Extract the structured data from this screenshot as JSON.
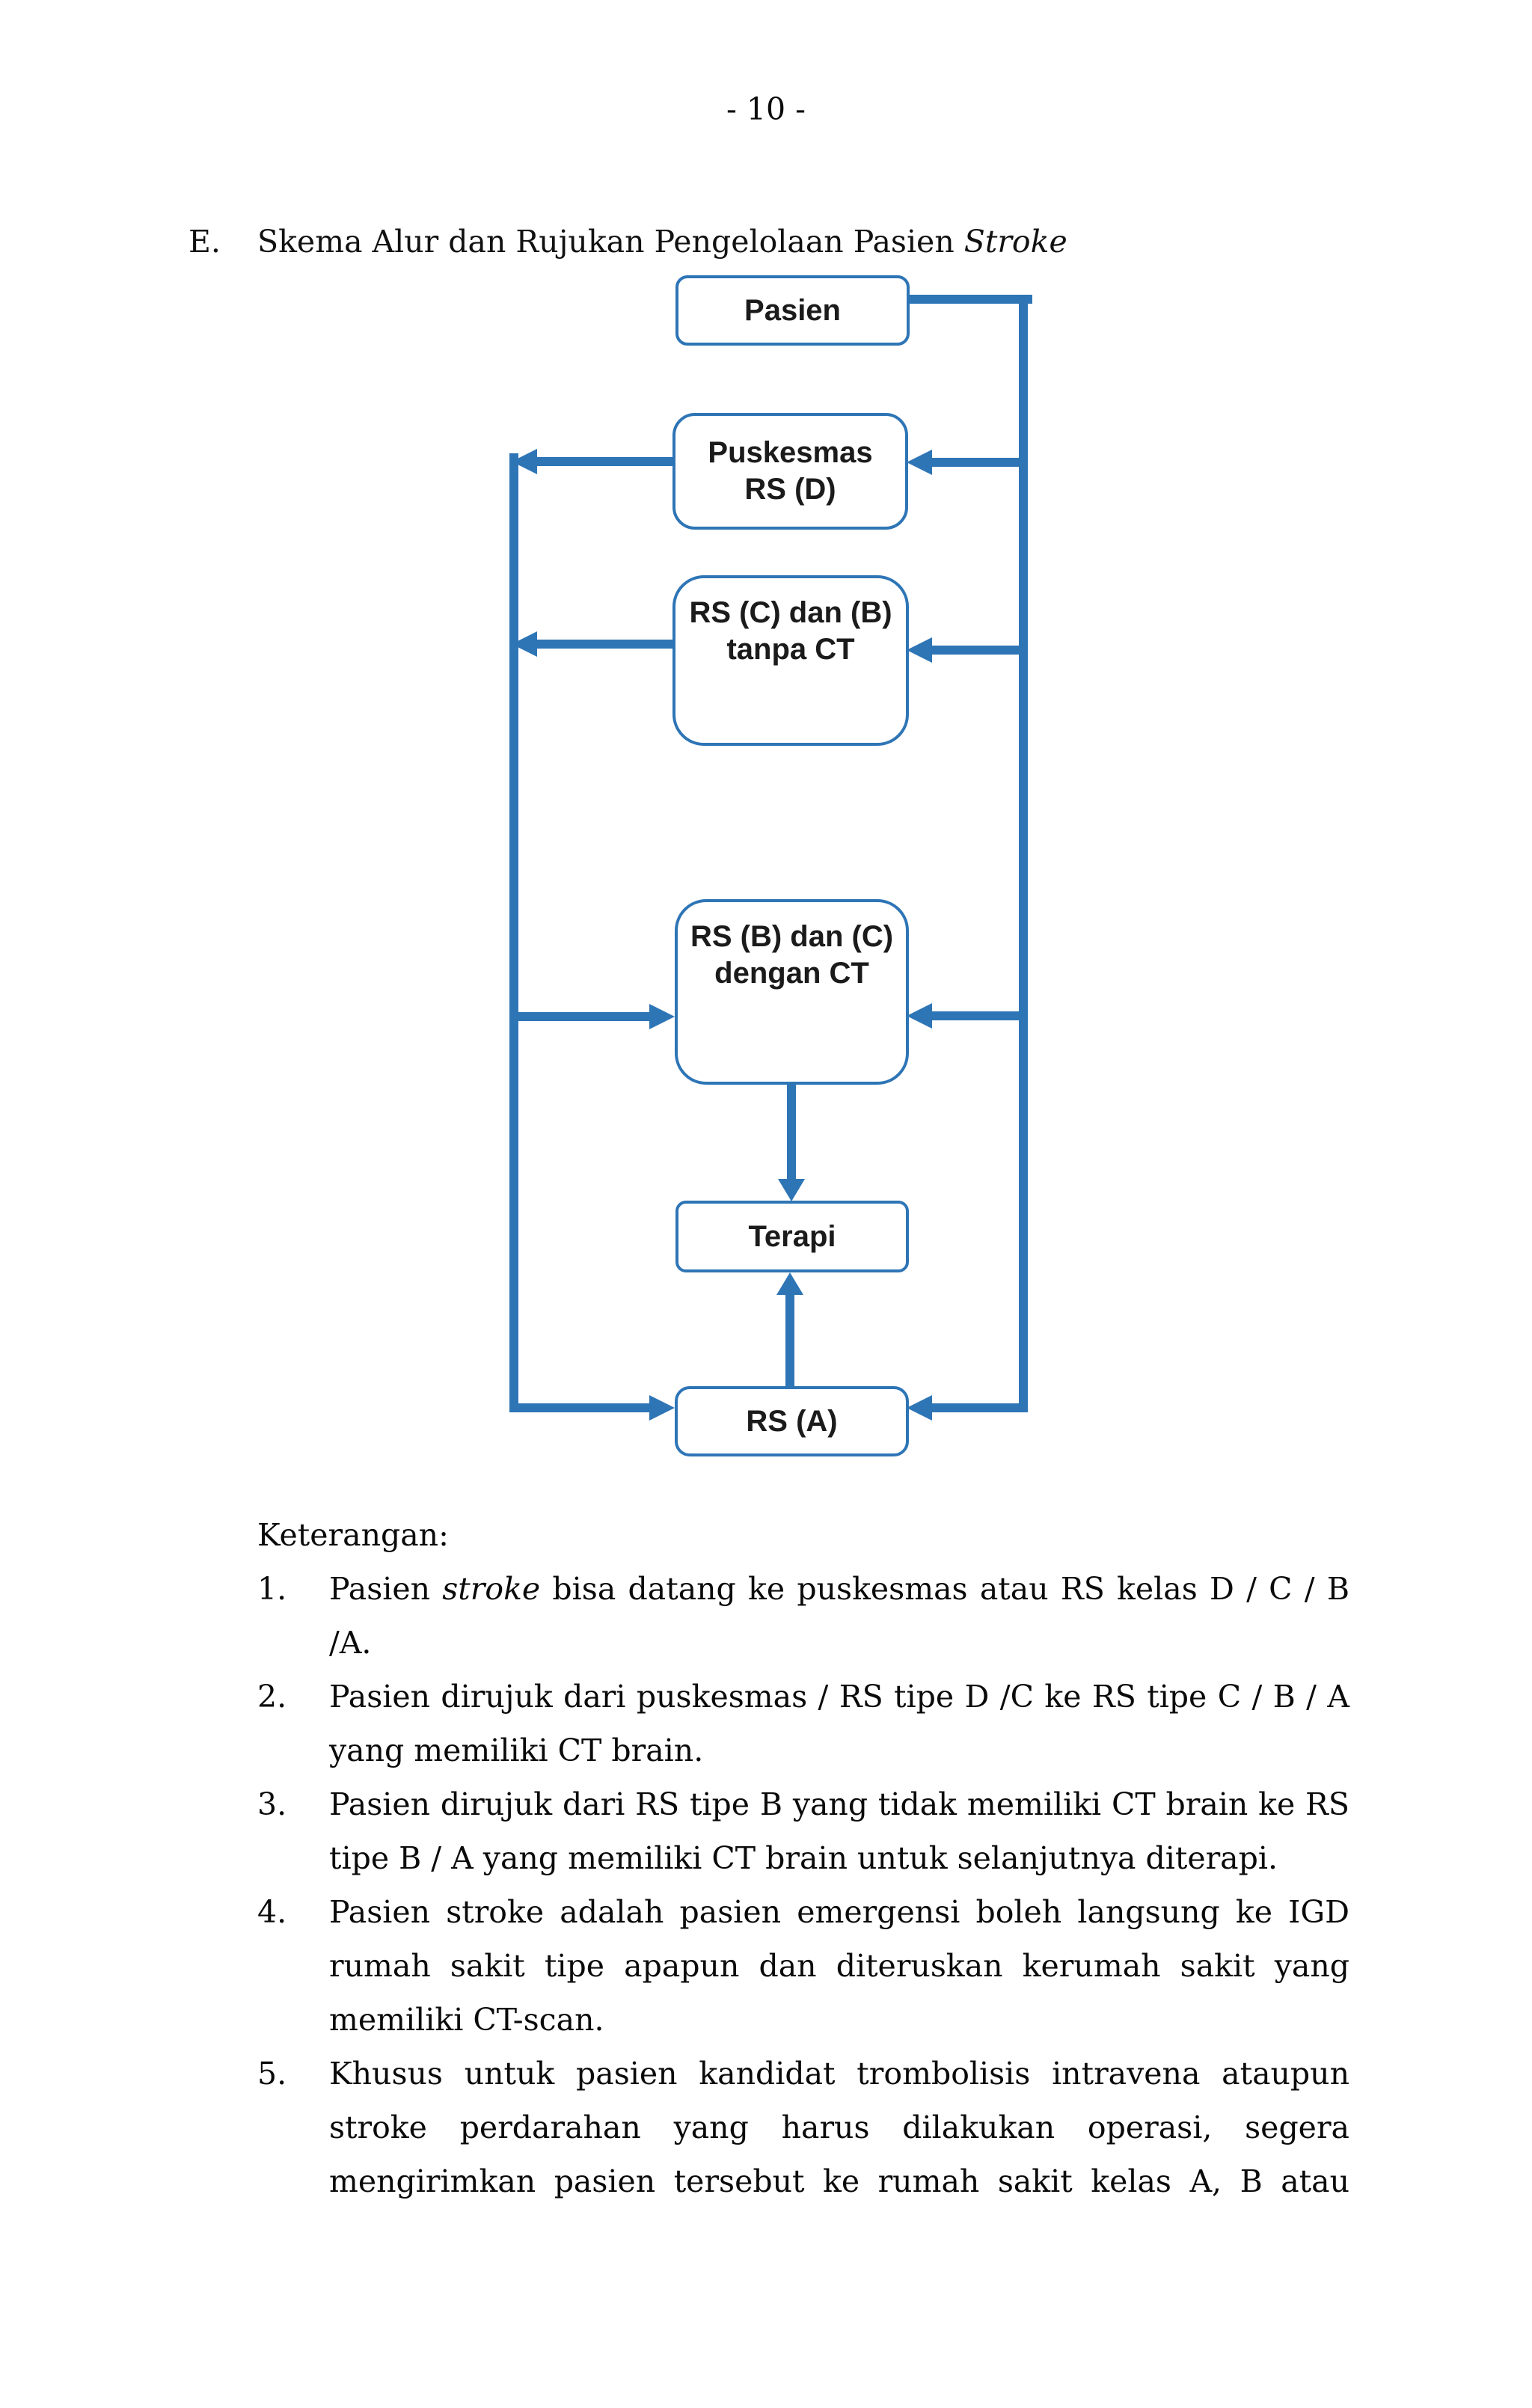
{
  "page": {
    "number_label": "- 10 -"
  },
  "heading": {
    "index": "E.",
    "text_before": "Skema Alur dan Rujukan Pengelolaan Pasien ",
    "italic_word": "Stroke"
  },
  "diagram": {
    "colors": {
      "line": "#2E75B6",
      "box_border": "#2E75B6",
      "label_text": "#1b1b1b"
    },
    "boxes": [
      {
        "id": "pasien",
        "lines": [
          "Pasien",
          ""
        ]
      },
      {
        "id": "puskesmas-rs-d",
        "lines": [
          "Puskesmas",
          "RS (D)"
        ]
      },
      {
        "id": "rs-c-b-tanpa-ct",
        "lines": [
          "RS (C) dan (B)",
          "tanpa CT"
        ]
      },
      {
        "id": "rs-b-c-dengan-ct",
        "lines": [
          "RS (B) dan (C)",
          "dengan CT"
        ]
      },
      {
        "id": "terapi",
        "lines": [
          "Terapi",
          ""
        ]
      },
      {
        "id": "rs-a",
        "lines": [
          "RS (A)",
          ""
        ]
      }
    ]
  },
  "keterangan": {
    "title": "Keterangan:",
    "items": [
      {
        "number": "1.",
        "lines": [
          {
            "parts": [
              {
                "text": "Pasien "
              },
              {
                "text": "stroke",
                "italic": true
              },
              {
                "text": " bisa datang ke puskesmas atau RS kelas D / C / B"
              }
            ],
            "stretch": true
          },
          {
            "parts": [
              {
                "text": "/A."
              }
            ],
            "stretch": false
          }
        ]
      },
      {
        "number": "2.",
        "lines": [
          {
            "parts": [
              {
                "text": "Pasien dirujuk dari puskesmas / RS tipe D /C ke RS tipe C / B / A"
              }
            ],
            "stretch": true
          },
          {
            "parts": [
              {
                "text": "yang memiliki CT brain."
              }
            ],
            "stretch": false
          }
        ]
      },
      {
        "number": "3.",
        "lines": [
          {
            "parts": [
              {
                "text": "Pasien dirujuk dari RS tipe B yang tidak memiliki CT brain ke RS"
              }
            ],
            "stretch": true
          },
          {
            "parts": [
              {
                "text": "tipe B / A yang memiliki CT brain untuk selanjutnya diterapi."
              }
            ],
            "stretch": false
          }
        ]
      },
      {
        "number": "4.",
        "lines": [
          {
            "parts": [
              {
                "text": "Pasien stroke adalah pasien emergensi boleh langsung ke IGD"
              }
            ],
            "stretch": true
          },
          {
            "parts": [
              {
                "text": "rumah sakit tipe apapun dan diteruskan kerumah sakit yang"
              }
            ],
            "stretch": true
          },
          {
            "parts": [
              {
                "text": "memiliki CT-scan."
              }
            ],
            "stretch": false
          }
        ]
      },
      {
        "number": "5.",
        "lines": [
          {
            "parts": [
              {
                "text": "Khusus untuk pasien kandidat trombolisis intravena ataupun"
              }
            ],
            "stretch": true
          },
          {
            "parts": [
              {
                "text": "stroke perdarahan yang harus dilakukan operasi, segera"
              }
            ],
            "stretch": true
          },
          {
            "parts": [
              {
                "text": "mengirimkan pasien tersebut ke rumah sakit kelas A, B atau"
              }
            ],
            "stretch": true
          }
        ]
      }
    ]
  }
}
